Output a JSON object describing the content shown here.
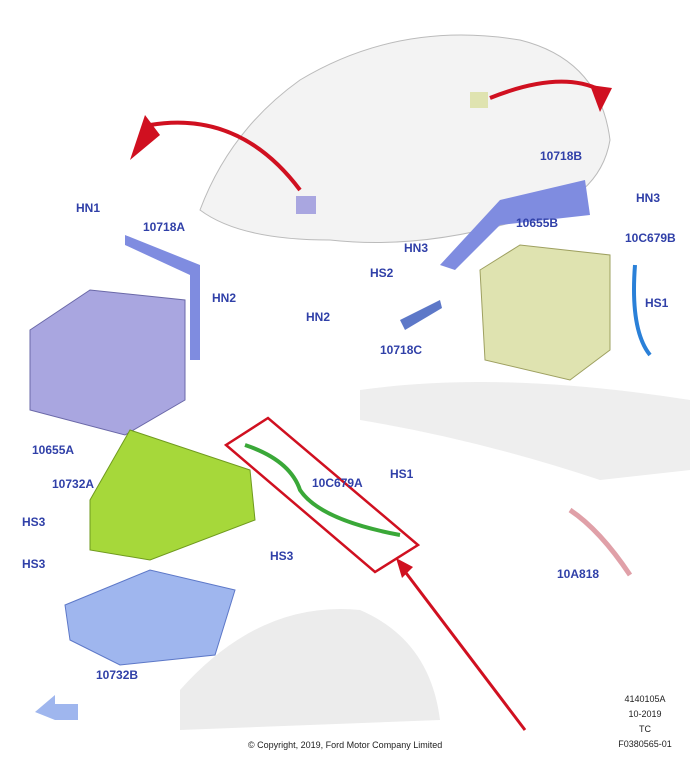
{
  "labels": {
    "hn1": "HN1",
    "l10718a": "10718A",
    "hn2a": "HN2",
    "hn2b": "HN2",
    "l10655a": "10655A",
    "l10732a": "10732A",
    "hs3a": "HS3",
    "hs3b": "HS3",
    "hs3c": "HS3",
    "l10732b": "10732B",
    "l10c679a": "10C679A",
    "hs1a": "HS1",
    "l10718b": "10718B",
    "hn3a": "HN3",
    "l10655b": "10655B",
    "hn3b": "HN3",
    "l10c679b": "10C679B",
    "hs2": "HS2",
    "hs1b": "HS1",
    "l10718c": "10718C",
    "l10a818": "10A818"
  },
  "footer": {
    "copyright": "© Copyright, 2019, Ford Motor Company Limited",
    "codes": [
      "4140105A",
      "10-2019",
      "TC",
      "F0380565-01"
    ]
  },
  "colors": {
    "label": "#3040a8",
    "highlight": "#d01020",
    "battery_left": "#a9a6e0",
    "battery_right": "#dfe3b0",
    "tray": "#a6d83a",
    "cable": "#3aa838"
  }
}
